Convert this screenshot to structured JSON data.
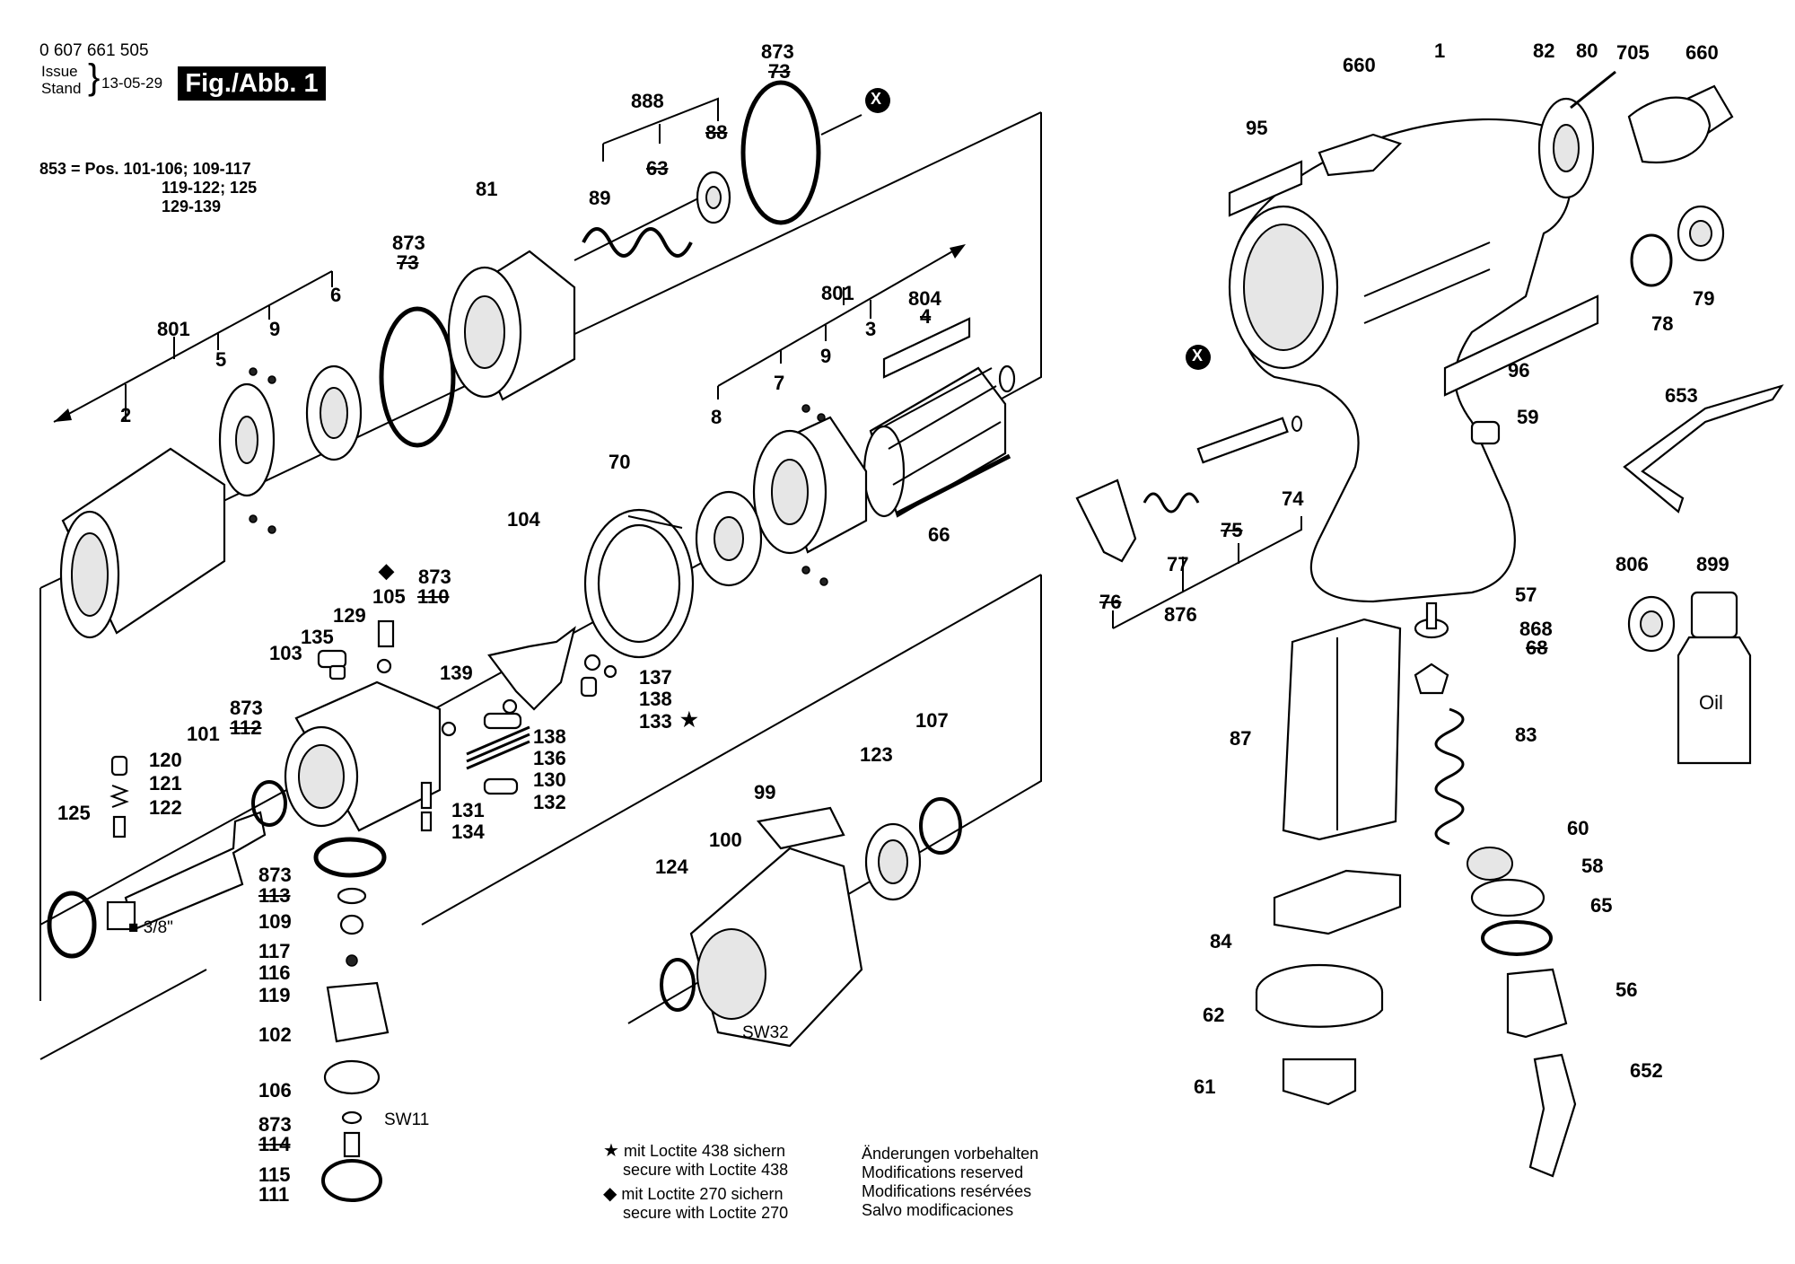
{
  "header": {
    "doc_number": "0 607 661 505",
    "issue_label_1": "Issue",
    "issue_label_2": "Stand",
    "issue_date": "13-05-29",
    "figure_label": "Fig./Abb. 1"
  },
  "position_note": {
    "line1": "853 = Pos. 101-106; 109-117",
    "line2": "119-122; 125",
    "line3": "129-139"
  },
  "callouts": {
    "c873a": "873",
    "c73a": "73",
    "c888": "888",
    "c63": "63",
    "c88": "88",
    "cX1": "X",
    "c81": "81",
    "c89": "89",
    "c873b": "873",
    "c73b": "73",
    "c801a": "801",
    "c9a": "9",
    "c6": "6",
    "c5": "5",
    "c2": "2",
    "c801b": "801",
    "c804": "804",
    "c4": "4",
    "c9b": "9",
    "c3": "3",
    "c7": "7",
    "c8": "8",
    "c70": "70",
    "c66": "66",
    "c104": "104",
    "c873c": "873",
    "c110": "110",
    "c105": "105",
    "c129": "129",
    "c135": "135",
    "c103": "103",
    "c139": "139",
    "c137": "137",
    "c138a": "138",
    "c133": "133",
    "c138b": "138",
    "c136": "136",
    "c130": "130",
    "c131": "131",
    "c132": "132",
    "c134": "134",
    "c873d": "873",
    "c112": "112",
    "c101": "101",
    "c120": "120",
    "c121": "121",
    "c122": "122",
    "c125": "125",
    "c3_8": "■ 3/8\"",
    "c873e": "873",
    "c113": "113",
    "c109": "109",
    "c117": "117",
    "c116": "116",
    "c119": "119",
    "c102": "102",
    "c106": "106",
    "c873f": "873",
    "c114": "114",
    "cSW11": "SW11",
    "c115": "115",
    "c111": "111",
    "c107": "107",
    "c123": "123",
    "c99": "99",
    "c100": "100",
    "c124": "124",
    "cSW32": "SW32",
    "c660a": "660",
    "c1": "1",
    "c82": "82",
    "c80": "80",
    "c705": "705",
    "c660b": "660",
    "c95": "95",
    "cX2": "X",
    "c78": "78",
    "c79": "79",
    "c96": "96",
    "c59": "59",
    "c653": "653",
    "c74": "74",
    "c75": "75",
    "c77": "77",
    "c76": "76",
    "c876": "876",
    "c57": "57",
    "c868": "868",
    "c68": "68",
    "c83": "83",
    "c87": "87",
    "c806": "806",
    "c899": "899",
    "c_oil": "Oil",
    "c60": "60",
    "c58": "58",
    "c65": "65",
    "c84": "84",
    "c56": "56",
    "c62": "62",
    "c61": "61",
    "c652": "652"
  },
  "notes": {
    "loctite_438_de": "mit Loctite 438 sichern",
    "loctite_438_en": "secure with Loctite 438",
    "loctite_270_de": "mit Loctite 270 sichern",
    "loctite_270_en": "secure with Loctite 270",
    "star_symbol": "★",
    "diamond_symbol": "◆",
    "mods_de": "Änderungen vorbehalten",
    "mods_en": "Modifications reserved",
    "mods_fr": "Modifications resérvées",
    "mods_es": "Salvo modificaciones"
  }
}
